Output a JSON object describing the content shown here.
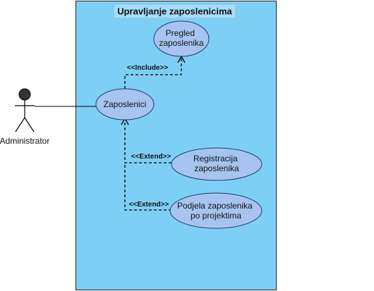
{
  "system": {
    "title": "Upravljanje zaposlenicima",
    "fill": "#7ecff6",
    "title_fill": "#a8dcf8"
  },
  "actor": {
    "name": "Administrator"
  },
  "use_cases": {
    "zaposlenici": [
      "Zaposlenici"
    ],
    "pregled": [
      "Pregled",
      "zaposlenika"
    ],
    "registracija": [
      "Registracija",
      "zaposlenika"
    ],
    "podjela": [
      "Podjela zaposlenika",
      "po projektima"
    ]
  },
  "relations": {
    "include_label": "<<Include>>",
    "extend_label_1": "<<Extend>>",
    "extend_label_2": "<<Extend>>"
  },
  "colors": {
    "usecase_fill": "#a7c4f0",
    "usecase_stroke": "#1e3a6e",
    "line": "#000000"
  }
}
